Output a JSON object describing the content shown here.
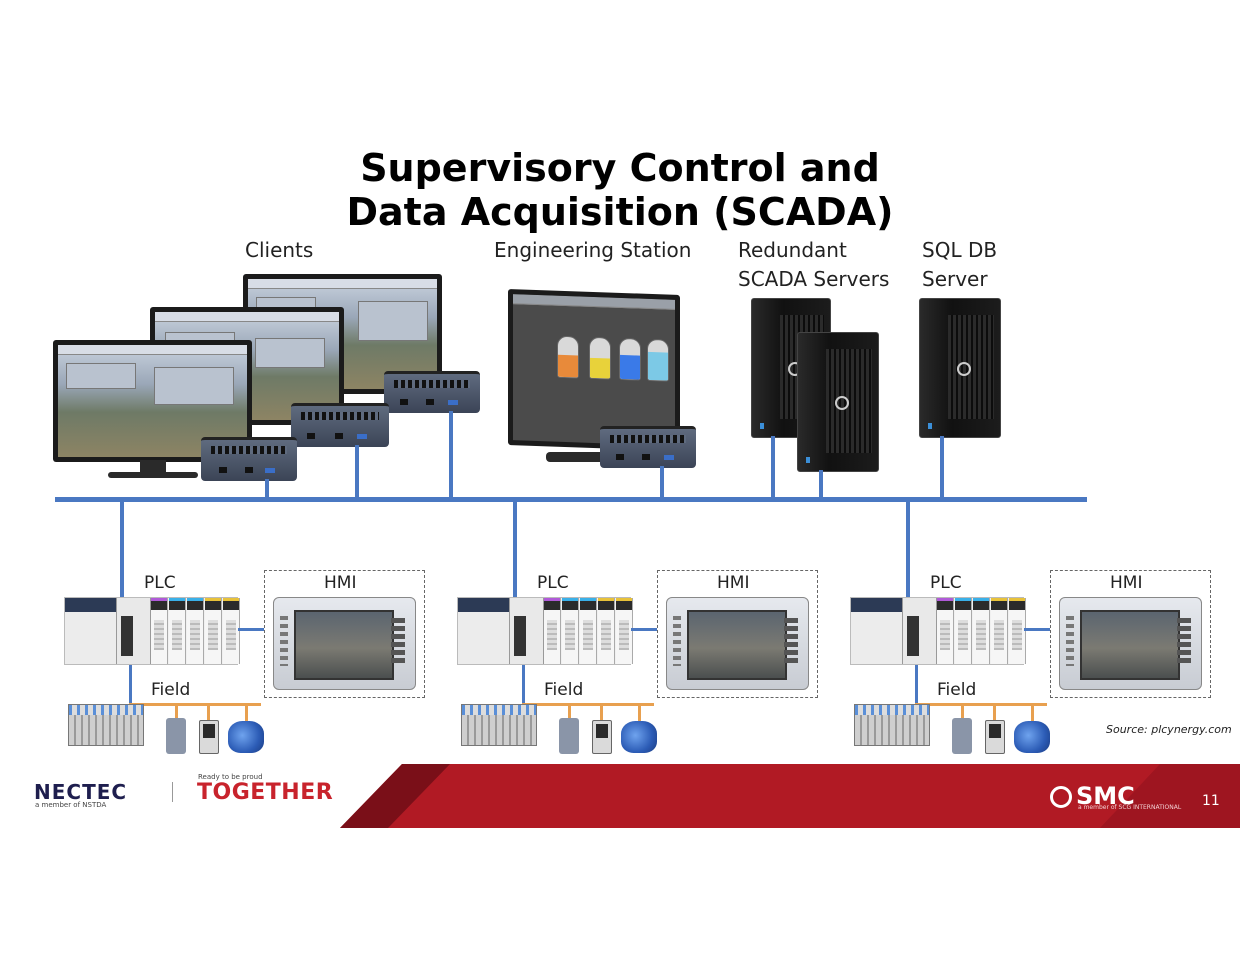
{
  "title": {
    "line1": "Supervisory Control and",
    "line2": "Data Acquisition (SCADA)"
  },
  "labels": {
    "clients": "Clients",
    "engineering_station": "Engineering Station",
    "redundant_line1": "Redundant",
    "redundant_line2": "SCADA Servers",
    "sql_line1": "SQL DB",
    "sql_line2": "Server"
  },
  "cells": [
    {
      "plc": "PLC",
      "hmi": "HMI",
      "field": "Field"
    },
    {
      "plc": "PLC",
      "hmi": "HMI",
      "field": "Field"
    },
    {
      "plc": "PLC",
      "hmi": "HMI",
      "field": "Field"
    }
  ],
  "source": "Source: plcynergy.com",
  "footer": {
    "nectec": "NECTEC",
    "nectec_sub": "a member of NSTDA",
    "together_tagline": "Ready to be proud",
    "together": "TOGETHER",
    "smc": "SMC",
    "smc_sub": "a member of SCG INTERNATIONAL",
    "page_number": "11"
  },
  "colors": {
    "network_bus": "#4a78c2",
    "field_bus": "#e8a04f",
    "footer_red": "#b11a24"
  }
}
